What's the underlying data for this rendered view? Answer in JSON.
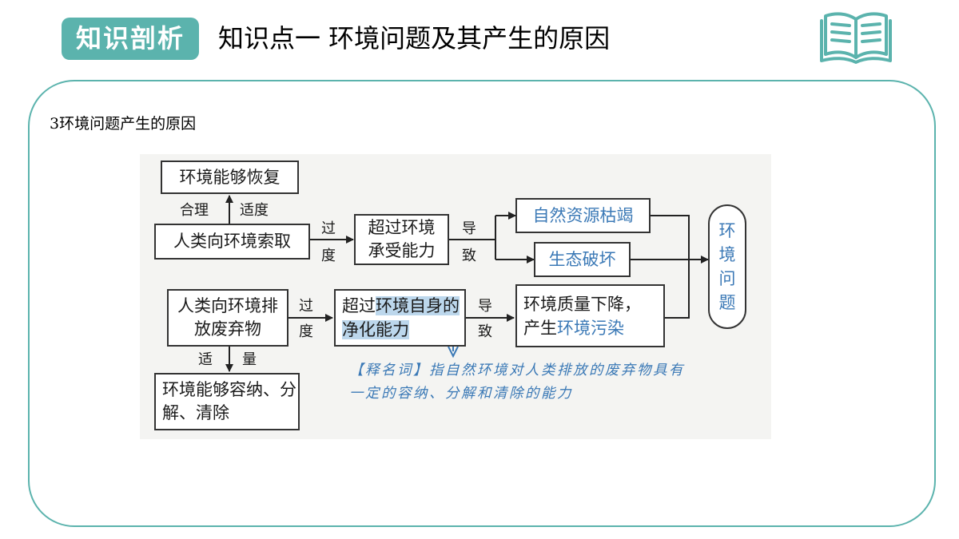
{
  "header": {
    "badge": "知识剖析",
    "title": "知识点一  环境问题及其产生的原因",
    "icon": "open-book-icon",
    "accent_color": "#5bb3ad"
  },
  "section": {
    "subtitle": "3环境问题产生的原因"
  },
  "diagram": {
    "recover": "环境能够恢复",
    "label_reasonable": "合理",
    "label_moderate": "适度",
    "human_take": "人类向环境索取",
    "label_excess_top": "过",
    "label_excess_bottom": "度",
    "exceed_capacity": "超过环境承受能力",
    "label_lead_top": "导",
    "label_lead_bottom": "致",
    "depletion": "自然资源枯竭",
    "eco_damage": "生态破坏",
    "env_problem": "环境问题",
    "human_emit": "人类向环境排放废弃物",
    "label_excess2_top": "过",
    "label_excess2_bottom": "度",
    "exceed_purify_a": "超过",
    "exceed_purify_b": "环境自身的净化能力",
    "label_lead2_top": "导",
    "label_lead2_bottom": "致",
    "quality_line1": "环境质量下降，",
    "quality_line2_a": "产生",
    "quality_line2_b": "环境污染",
    "label_suitable": "适",
    "label_amount": "量",
    "absorb": "环境能够容纳、分解、清除",
    "note": "【释名词】指自然环境对人类排放的废弃物具有一定的容纳、分解和清除的能力",
    "note_color": "#3b79b6",
    "highlight_color": "#bcd7ec"
  }
}
